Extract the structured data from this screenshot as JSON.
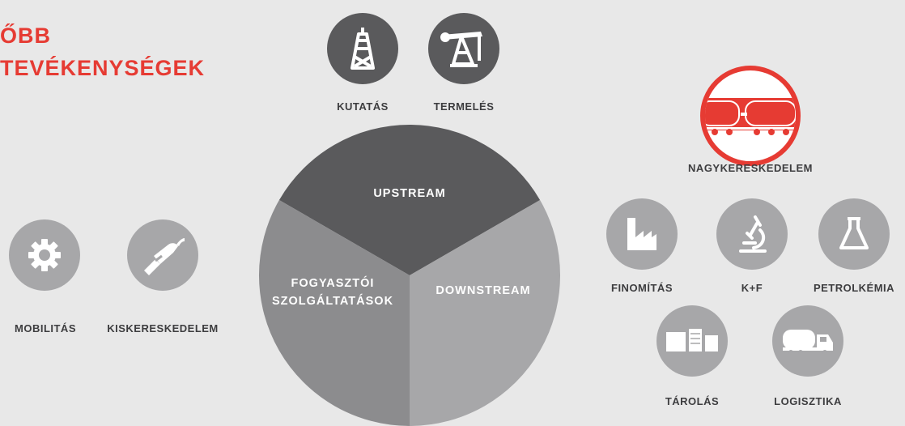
{
  "title": {
    "line1": "ŐBB",
    "line2": "TEVÉKENYSÉGEK"
  },
  "wheel": {
    "upstream": "UPSTREAM",
    "downstream": "DOWNSTREAM",
    "consumer_line1": "FOGYASZTÓI",
    "consumer_line2": "SZOLGÁLTATÁSOK"
  },
  "activities": {
    "kutatas": "KUTATÁS",
    "termeles": "TERMELÉS",
    "mobilitas": "MOBILITÁS",
    "kiskereskedelem": "KISKERESKEDELEM",
    "nagykereskedelem": "NAGYKERESKEDELEM",
    "finomitas": "FINOMÍTÁS",
    "kf": "K+F",
    "petrolkemia": "PETROLKÉMIA",
    "tarolas": "TÁROLÁS",
    "logisztika": "LOGISZTIKA"
  },
  "colors": {
    "accent_red": "#e63b33",
    "dark_gray": "#5a5a5c",
    "mid_gray": "#8c8c8e",
    "light_gray": "#a7a7a9",
    "background": "#e8e8e8"
  },
  "icons": {
    "kutatas": "oil-derrick-icon",
    "termeles": "pumpjack-icon",
    "mobilitas": "gear-icon",
    "kiskereskedelem": "fuel-nozzle-icon",
    "nagykereskedelem": "tank-wagon-icon",
    "finomitas": "factory-icon",
    "kf": "microscope-icon",
    "petrolkemia": "flask-icon",
    "tarolas": "storage-tank-icon",
    "logisztika": "tanker-truck-icon"
  }
}
